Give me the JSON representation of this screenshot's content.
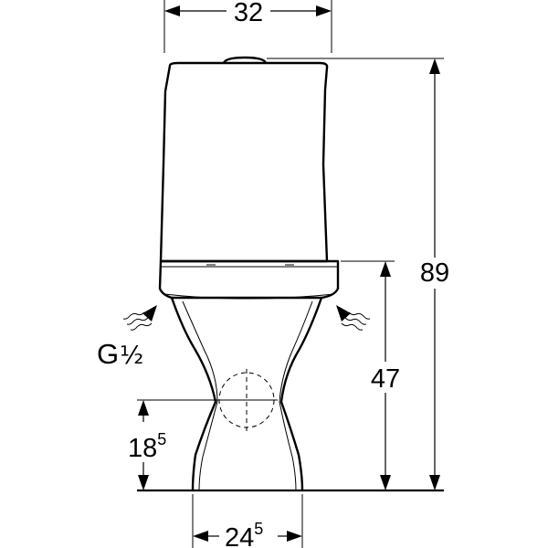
{
  "dimensions": {
    "top_width": "32",
    "total_height": "89",
    "seat_height": "47",
    "inlet_height_main": "18",
    "inlet_height_sup": "5",
    "base_width_main": "24",
    "base_width_sup": "5"
  },
  "connection": {
    "letter": "G",
    "size": "½"
  },
  "icons": {
    "water_inlet_left": "wavy-arrow-icon",
    "water_inlet_right": "wavy-arrow-icon"
  }
}
